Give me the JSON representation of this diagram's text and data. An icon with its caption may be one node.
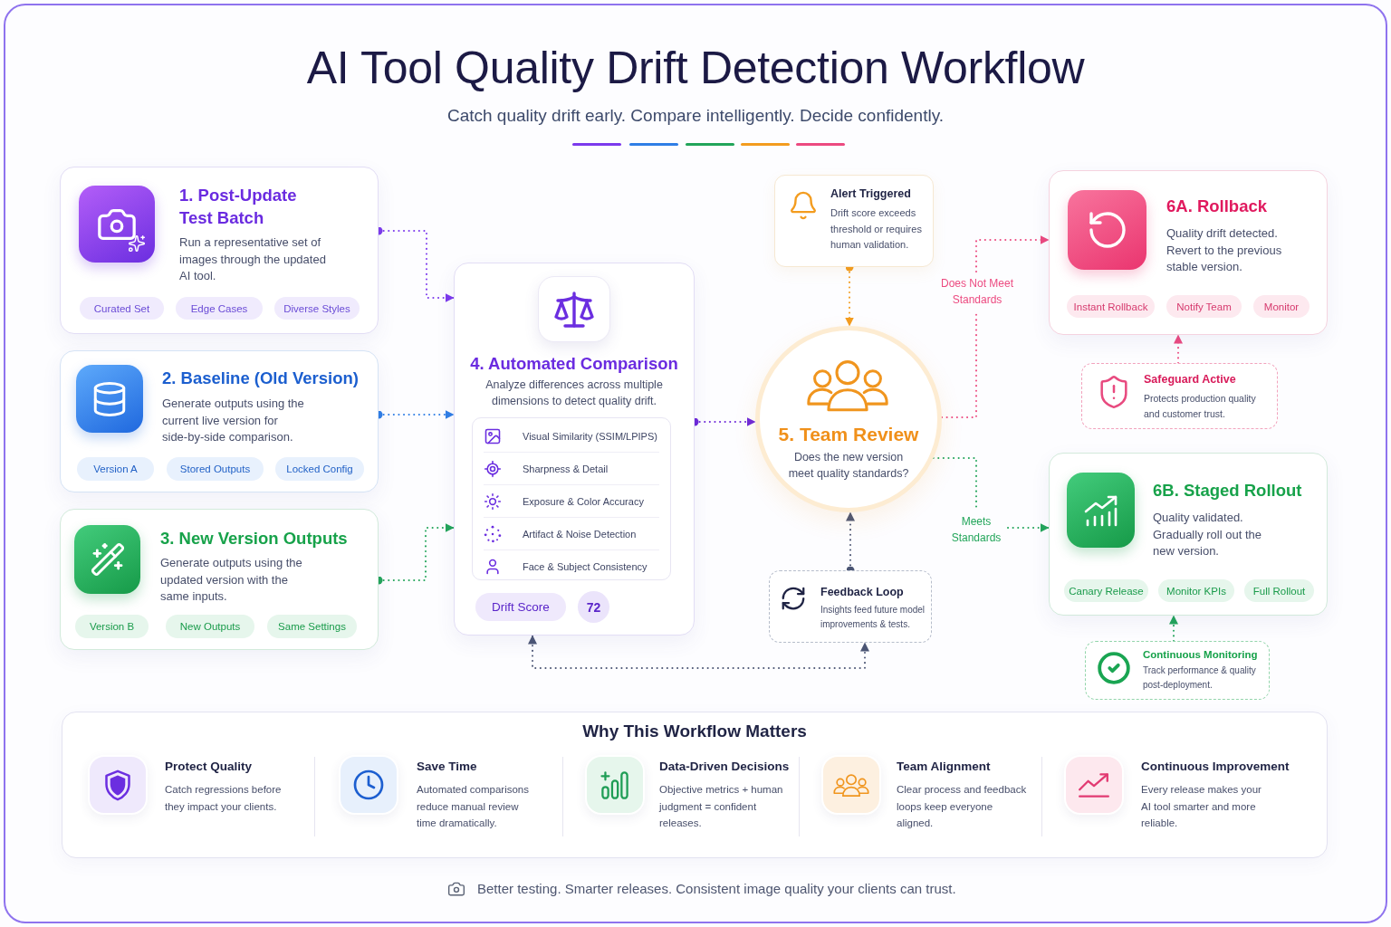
{
  "diagram": {
    "title": "AI Tool Quality Drift Detection Workflow",
    "caption": "Better testing. Smarter releases. Consistent image quality your clients can trust.",
    "nodes": [
      {
        "text": [
          "1. Post-Update Test Batch",
          "Run a representative set of images through the updated AI tool."
        ]
      },
      {
        "text": [
          "Curated Set"
        ],
        "in": 0
      },
      {
        "text": [
          "Edge Cases"
        ],
        "in": 0
      },
      {
        "text": [
          "Diverse Styles"
        ],
        "in": 0
      },
      {
        "text": [
          "2. Baseline (Old Version)",
          "Generate outputs using the current live version for side-by-side comparison."
        ]
      },
      {
        "text": [
          "Version A"
        ],
        "in": 4
      },
      {
        "text": [
          "Stored Outputs"
        ],
        "in": 4
      },
      {
        "text": [
          "Locked Config"
        ],
        "in": 4
      },
      {
        "text": [
          "3. New Version Outputs",
          "Generate outputs using the updated version with the same inputs."
        ]
      },
      {
        "text": [
          "Version B"
        ],
        "in": 8
      },
      {
        "text": [
          "New Outputs"
        ],
        "in": 8
      },
      {
        "text": [
          "Same Settings"
        ],
        "in": 8
      },
      {
        "text": [
          "4. Automated Comparison",
          "Analyze differences across multiple dimensions to detect quality drift."
        ]
      },
      {
        "text": [
          "Visual Similarity (SSIM/LPIPS)",
          "Sharpness & Detail",
          "Exposure & Color Accuracy",
          "Artifact & Noise Detection",
          "Face & Subject Consistency"
        ],
        "in": 12
      },
      {
        "text": [
          "Drift Score"
        ],
        "in": 12
      },
      {
        "text": [
          "72"
        ],
        "in": 12
      },
      {
        "text": [
          "Alert Triggered",
          "Drift score exceeds threshold or requires human validation."
        ]
      },
      {
        "text": [
          "5. Team Review",
          "Does the new version meet quality standards?"
        ]
      },
      {
        "text": [
          "Feedback Loop",
          "Insights feed future model improvements & tests."
        ]
      },
      {
        "text": [
          "6A. Rollback",
          "Quality drift detected. Revert to the previous stable version."
        ]
      },
      {
        "text": [
          "Instant Rollback"
        ],
        "in": 19
      },
      {
        "text": [
          "Notify Team"
        ],
        "in": 19
      },
      {
        "text": [
          "Monitor"
        ],
        "in": 19
      },
      {
        "text": [
          "Safeguard Active",
          "Protects production quality and customer trust."
        ]
      },
      {
        "text": [
          "6B. Staged Rollout",
          "Quality validated. Gradually roll out the new version."
        ]
      },
      {
        "text": [
          "Canary Release"
        ],
        "in": 24
      },
      {
        "text": [
          "Monitor KPIs"
        ],
        "in": 24
      },
      {
        "text": [
          "Full Rollout"
        ],
        "in": 24
      },
      {
        "text": [
          "Continuous Monitoring",
          "Track performance & quality post-deployment."
        ]
      },
      {
        "text": [
          "Why This Workflow Matters",
          "Protect Quality",
          "Catch regressions before they impact your clients.",
          "Save Time",
          "Automated comparisons reduce manual review time dramatically.",
          "Data-Driven Decisions",
          "Objective metrics + human judgment = confident releases.",
          "Team Alignment",
          "Clear process and feedback loops keep everyone aligned.",
          "Continuous Improvement",
          "Every release makes your AI tool smarter and more reliable."
        ]
      }
    ],
    "edges": [
      {
        "from": 0,
        "to": 12,
        "arrow": "to",
        "style": "dashed",
        "color": "#7c3aed"
      },
      {
        "from": 4,
        "to": 12,
        "arrow": "to",
        "style": "dashed",
        "color": "#2f7ee6"
      },
      {
        "from": 8,
        "to": 12,
        "arrow": "to",
        "style": "dashed",
        "color": "#22a55a"
      },
      {
        "from": 12,
        "to": 17,
        "arrow": "to",
        "style": "dashed",
        "color": "#6d28d9"
      },
      {
        "from": 16,
        "to": 17,
        "arrow": "to",
        "style": "dashed",
        "color": "#f39c1f"
      },
      {
        "from": 17,
        "to": 19,
        "arrow": "to",
        "label": "Does Not Meet Standards",
        "style": "dashed",
        "color": "#ec4a80"
      },
      {
        "from": 17,
        "to": 24,
        "arrow": "to",
        "label": "Meets Standards",
        "style": "dashed",
        "color": "#22a55a"
      },
      {
        "from": 23,
        "to": 19,
        "arrow": "to",
        "style": "dashed",
        "color": "#ec4a80"
      },
      {
        "from": 18,
        "to": 17,
        "arrow": "to",
        "style": "dashed",
        "color": "#4b5574"
      },
      {
        "from": 28,
        "to": 24,
        "arrow": "to",
        "style": "dashed",
        "color": "#22a55a"
      },
      {
        "from": 12,
        "to": 18,
        "arrow": "both",
        "style": "dashed",
        "color": "#4b5574"
      }
    ],
    "labels": [
      "Catch quality drift early. Compare intelligently. Decide confidently."
    ]
  }
}
